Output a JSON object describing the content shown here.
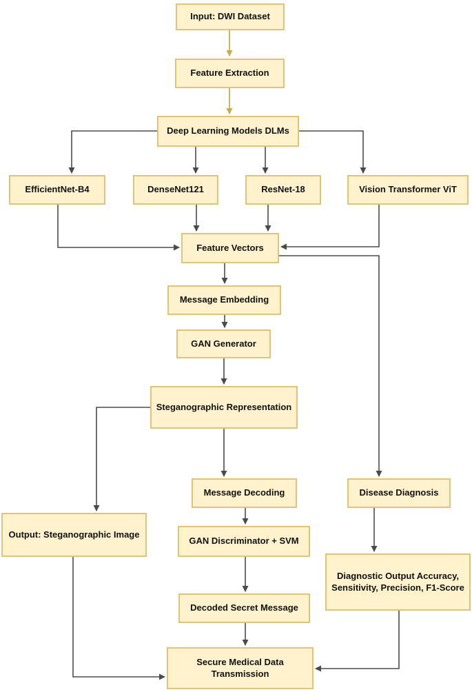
{
  "diagram": {
    "type": "flowchart",
    "background": "#ffffff",
    "colors": {
      "node_fill": "#FFF2CC",
      "node_border": "#E0C278",
      "edge_dark": "#4a4a4a",
      "edge_gold": "#CFA945",
      "text": "#111111"
    },
    "nodes": {
      "input_dwi": {
        "label": "Input: DWI Dataset"
      },
      "feature_extraction": {
        "label": "Feature Extraction"
      },
      "dlms": {
        "label": "Deep Learning Models DLMs"
      },
      "efficientnet": {
        "label": "EfficientNet-B4"
      },
      "densenet": {
        "label": "DenseNet121"
      },
      "resnet": {
        "label": "ResNet-18"
      },
      "vit": {
        "label": "Vision Transformer ViT"
      },
      "feature_vectors": {
        "label": "Feature Vectors"
      },
      "message_embedding": {
        "label": "Message Embedding"
      },
      "gan_generator": {
        "label": "GAN Generator"
      },
      "steg_representation": {
        "label": "Steganographic Representation"
      },
      "message_decoding": {
        "label": "Message Decoding"
      },
      "disease_diagnosis": {
        "label": "Disease Diagnosis"
      },
      "output_steg_image": {
        "label": "Output: Steganographic Image"
      },
      "gan_discriminator": {
        "label": "GAN Discriminator + SVM"
      },
      "diagnostic_output": {
        "label": "Diagnostic Output Accuracy, Sensitivity, Precision, F1-Score"
      },
      "decoded_message": {
        "label": "Decoded Secret Message"
      },
      "secure_transmission": {
        "label": "Secure Medical Data Transmission"
      }
    },
    "edges": [
      {
        "from": "input_dwi",
        "to": "feature_extraction",
        "color": "gold"
      },
      {
        "from": "feature_extraction",
        "to": "dlms",
        "color": "gold"
      },
      {
        "from": "dlms",
        "to": "efficientnet",
        "color": "dark"
      },
      {
        "from": "dlms",
        "to": "densenet",
        "color": "dark"
      },
      {
        "from": "dlms",
        "to": "resnet",
        "color": "dark"
      },
      {
        "from": "dlms",
        "to": "vit",
        "color": "dark"
      },
      {
        "from": "efficientnet",
        "to": "feature_vectors",
        "color": "dark"
      },
      {
        "from": "densenet",
        "to": "feature_vectors",
        "color": "dark"
      },
      {
        "from": "resnet",
        "to": "feature_vectors",
        "color": "dark"
      },
      {
        "from": "vit",
        "to": "feature_vectors",
        "color": "dark"
      },
      {
        "from": "feature_vectors",
        "to": "message_embedding",
        "color": "dark"
      },
      {
        "from": "feature_vectors",
        "to": "disease_diagnosis",
        "color": "dark"
      },
      {
        "from": "message_embedding",
        "to": "gan_generator",
        "color": "dark"
      },
      {
        "from": "gan_generator",
        "to": "steg_representation",
        "color": "dark"
      },
      {
        "from": "steg_representation",
        "to": "message_decoding",
        "color": "dark"
      },
      {
        "from": "steg_representation",
        "to": "output_steg_image",
        "color": "dark"
      },
      {
        "from": "message_decoding",
        "to": "gan_discriminator",
        "color": "dark"
      },
      {
        "from": "gan_discriminator",
        "to": "decoded_message",
        "color": "dark"
      },
      {
        "from": "decoded_message",
        "to": "secure_transmission",
        "color": "dark"
      },
      {
        "from": "output_steg_image",
        "to": "secure_transmission",
        "color": "dark"
      },
      {
        "from": "disease_diagnosis",
        "to": "diagnostic_output",
        "color": "dark"
      },
      {
        "from": "diagnostic_output",
        "to": "secure_transmission",
        "color": "dark"
      }
    ]
  }
}
